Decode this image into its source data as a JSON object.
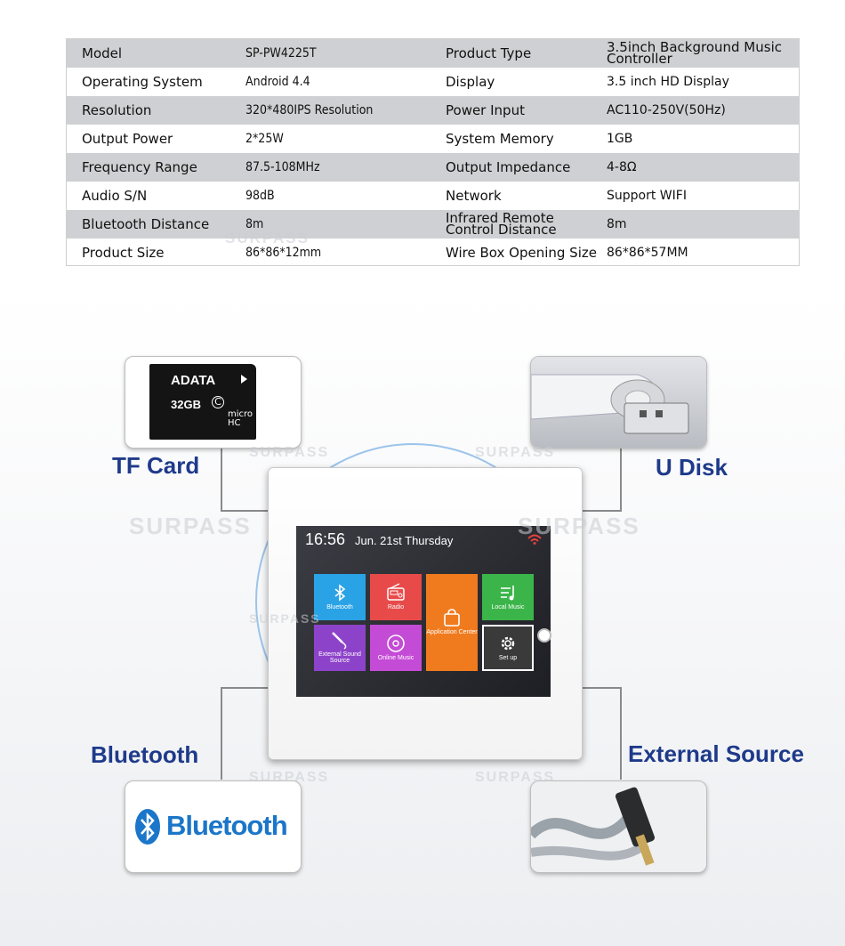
{
  "spec_table": {
    "rows": [
      {
        "c1": "Model",
        "c2": "SP-PW4225T",
        "c3": "Product Type",
        "c4": "3.5inch Background Music Controller"
      },
      {
        "c1": "Operating System",
        "c2": "Android 4.4",
        "c3": "Display",
        "c4": "3.5 inch HD Display"
      },
      {
        "c1": "Resolution",
        "c2": "320*480IPS Resolution",
        "c3": "Power Input",
        "c4": "AC110-250V(50Hz)"
      },
      {
        "c1": "Output Power",
        "c2": "2*25W",
        "c3": "System Memory",
        "c4": "1GB"
      },
      {
        "c1": "Frequency Range",
        "c2": "87.5-108MHz",
        "c3": "Output Impedance",
        "c4": "4-8Ω"
      },
      {
        "c1": "Audio S/N",
        "c2": "98dB",
        "c3": "Network",
        "c4": "Support WIFI"
      },
      {
        "c1": "Bluetooth Distance",
        "c2": "8m",
        "c3": "Infrared Remote Control Distance",
        "c4": "8m"
      },
      {
        "c1": "Product Size",
        "c2": "86*86*12mm",
        "c3": "Wire Box Opening Size",
        "c4": "86*86*57MM"
      }
    ],
    "row_shade_color": "#cfd0d3"
  },
  "watermark": "SURPASS",
  "features": {
    "tf_card": "TF Card",
    "u_disk": "U Disk",
    "bluetooth": "Bluetooth",
    "external_source": "External Source"
  },
  "tf_card_image": {
    "brand": "ADATA",
    "capacity": "32GB",
    "class": "C"
  },
  "bluetooth_logo_text": "Bluetooth",
  "screen": {
    "time": "16:56",
    "date": "Jun. 21st Thursday",
    "tiles": [
      {
        "label": "Bluetooth",
        "icon": "bluetooth-icon",
        "color": "#2aa2e6"
      },
      {
        "label": "Radio",
        "icon": "radio-icon",
        "color": "#e84a4a"
      },
      {
        "label": "Application Center",
        "icon": "shopping-bag-icon",
        "color": "#f07b1f"
      },
      {
        "label": "Local Music",
        "icon": "music-list-icon",
        "color": "#3bb54a"
      },
      {
        "label": "External Sound Source",
        "icon": "audio-jack-icon",
        "color": "#8d43c9"
      },
      {
        "label": "Online Music",
        "icon": "disc-icon",
        "color": "#c44bd6"
      },
      {
        "label": "Set up",
        "icon": "gear-icon",
        "color": "#3a3a3a"
      }
    ]
  },
  "colors": {
    "label_blue": "#1e3a8a",
    "circle": "#9cc4ea"
  }
}
